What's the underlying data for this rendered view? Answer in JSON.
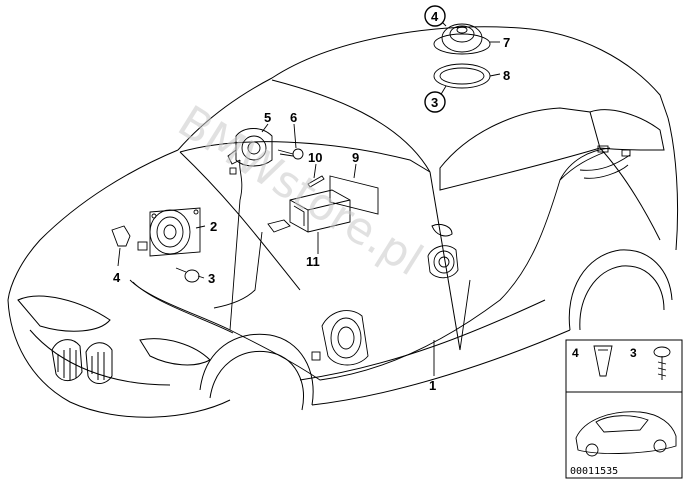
{
  "callouts": {
    "c1": "1",
    "c2": "2",
    "c3a": "3",
    "c3b": "3",
    "c4a": "4",
    "c4b": "4",
    "c5": "5",
    "c6": "6",
    "c7": "7",
    "c8": "8",
    "c9": "9",
    "c10": "10",
    "c11": "11"
  },
  "watermark": "BMWstore.pl",
  "legend": {
    "item4": "4",
    "item3": "3",
    "part_number": "00011535"
  }
}
